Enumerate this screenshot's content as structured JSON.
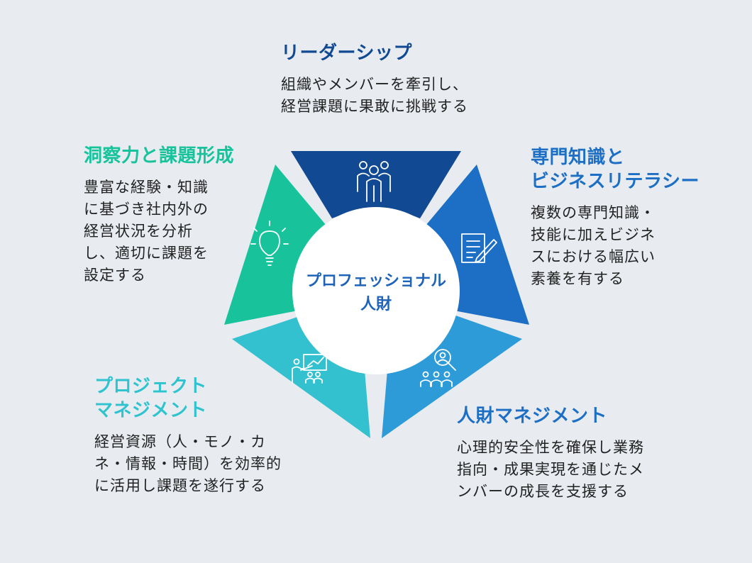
{
  "colors": {
    "background": "#e8ecf1",
    "leadership": "#114a92",
    "expertise": "#1c6fc4",
    "hr_management": "#2d9bd8",
    "project_management": "#33c1cf",
    "insight": "#18c39c",
    "center_text": "#1e63b8"
  },
  "center": {
    "line1": "プロフェッショナル",
    "line2": "人財"
  },
  "segments": [
    {
      "id": "leadership",
      "title": [
        "リーダーシップ"
      ],
      "desc": [
        "組織やメンバーを牽引し、",
        "経営課題に果敢に挑戦する"
      ],
      "icon": "people-group-icon",
      "color": "#114a92"
    },
    {
      "id": "expertise",
      "title": [
        "専門知識と",
        "ビジネスリテラシー"
      ],
      "desc": [
        "複数の専門知識・",
        "技能に加えビジネ",
        "スにおける幅広い",
        "素養を有する"
      ],
      "icon": "document-pen-icon",
      "color": "#1c6fc4"
    },
    {
      "id": "hr-management",
      "title": [
        "人財マネジメント"
      ],
      "desc": [
        "心理的安全性を確保し業務",
        "指向・成果実現を通じたメ",
        "ンバーの成長を支援する"
      ],
      "icon": "people-search-icon",
      "color": "#2d9bd8"
    },
    {
      "id": "project-management",
      "title": [
        "プロジェクト",
        "マネジメント"
      ],
      "desc": [
        "経営資源（人・モノ・カ",
        "ネ・情報・時間）を効率的",
        "に活用し課題を遂行する"
      ],
      "icon": "presentation-icon",
      "color": "#33c1cf"
    },
    {
      "id": "insight",
      "title": [
        "洞察力と課題形成"
      ],
      "desc": [
        "豊富な経験・知識",
        "に基づき社内外の",
        "経営状況を分析",
        "し、適切に課題を",
        "設定する"
      ],
      "icon": "lightbulb-icon",
      "color": "#18c39c"
    }
  ]
}
